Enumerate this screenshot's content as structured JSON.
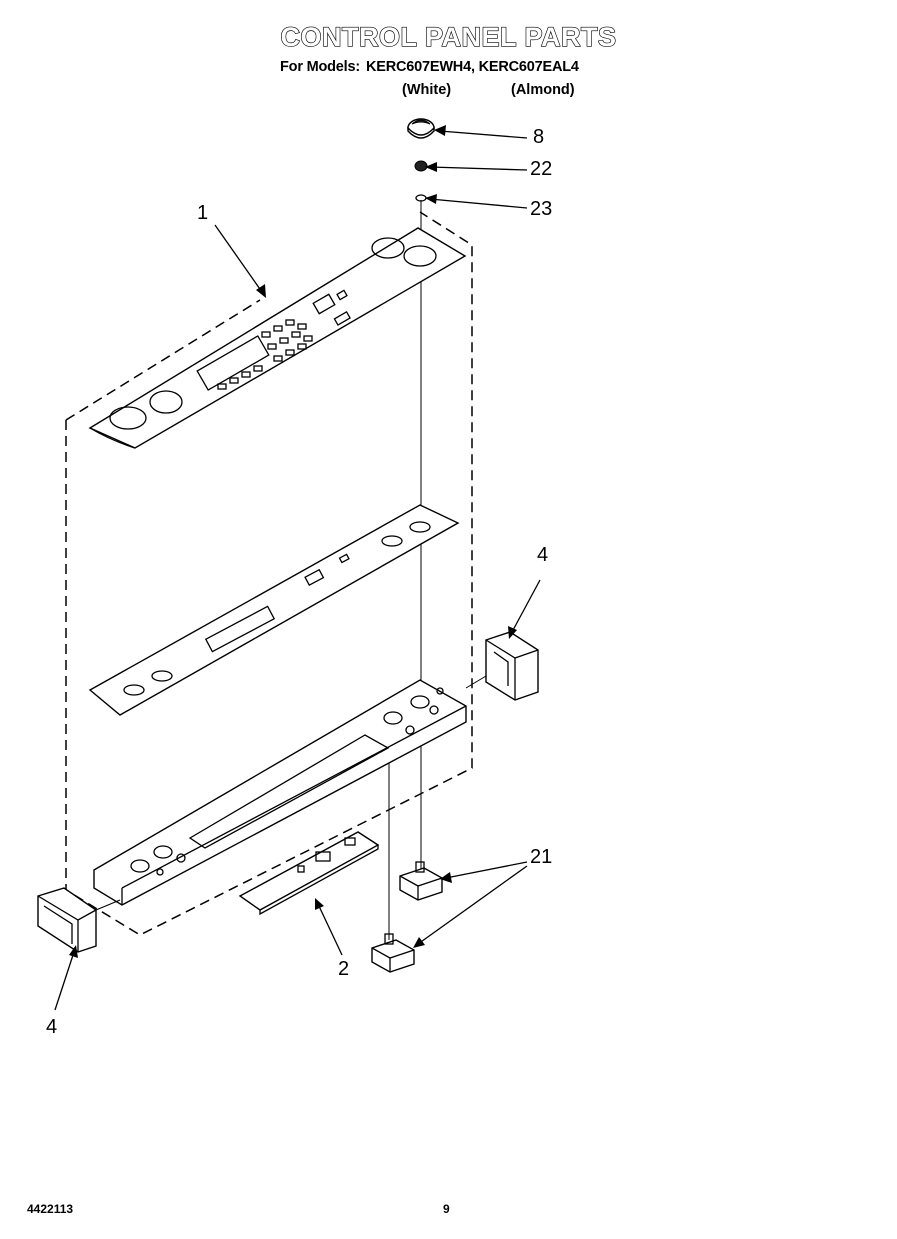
{
  "header": {
    "title": "CONTROL PANEL PARTS",
    "models_label": "For Models:",
    "models_value": "KERC607EWH4, KERC607EAL4",
    "variant_white": "(White)",
    "variant_almond": "(Almond)"
  },
  "callouts": {
    "knob": "8",
    "nut": "22",
    "washer": "23",
    "control_panel": "1",
    "end_cap_right": "4",
    "end_cap_left": "4",
    "switches": "21",
    "circuit_board": "2"
  },
  "footer": {
    "doc_number": "4422113",
    "page_number": "9"
  }
}
